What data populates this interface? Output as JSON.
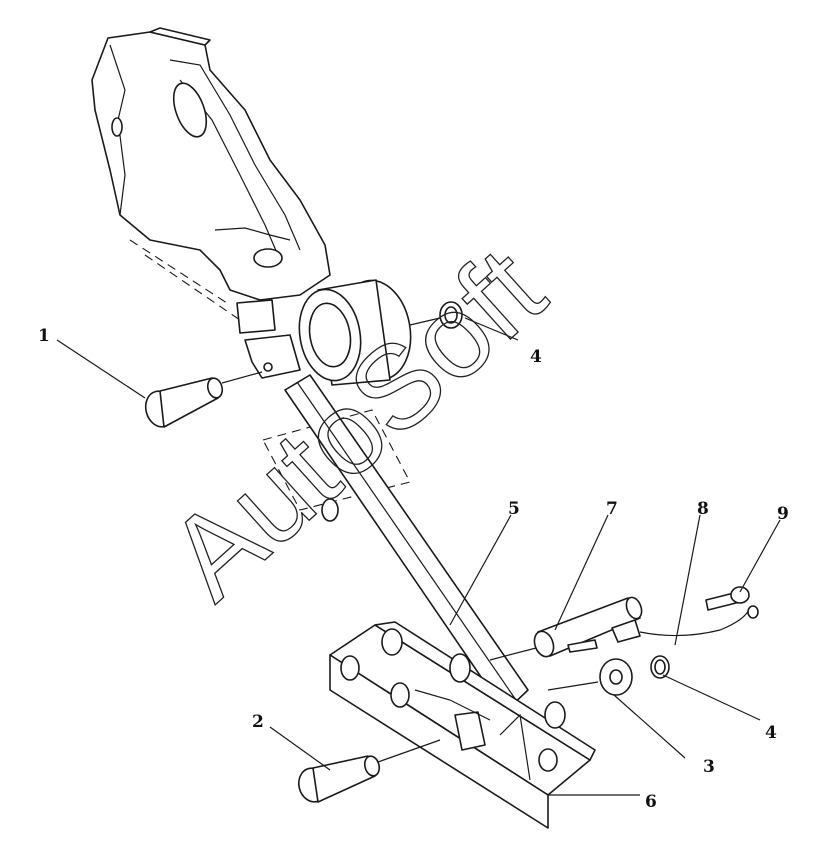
{
  "watermark": "AutoSoft",
  "callouts": [
    {
      "id": "callout-1",
      "text": "1"
    },
    {
      "id": "callout-2",
      "text": "2"
    },
    {
      "id": "callout-3",
      "text": "3"
    },
    {
      "id": "callout-4-upper",
      "text": "4"
    },
    {
      "id": "callout-4-lower",
      "text": "4"
    },
    {
      "id": "callout-5",
      "text": "5"
    },
    {
      "id": "callout-6",
      "text": "6"
    },
    {
      "id": "callout-7",
      "text": "7"
    },
    {
      "id": "callout-8",
      "text": "8"
    },
    {
      "id": "callout-9",
      "text": "9"
    }
  ],
  "colors": {
    "ink": "#1a1a1a",
    "paper": "#ffffff"
  }
}
